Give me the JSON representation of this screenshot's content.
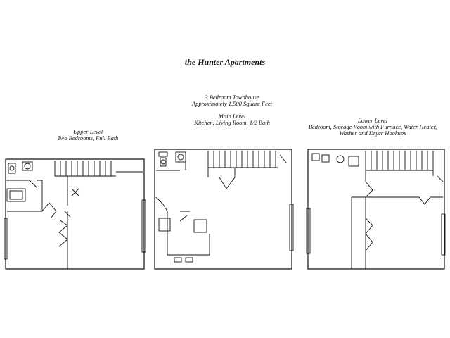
{
  "title": "the Hunter Apartments",
  "unit": {
    "type_line": "3 Bedroom Townhouse",
    "area_line": "Approximately 1,500 Square Feet"
  },
  "levels": [
    {
      "name": "Upper Level",
      "description": "Two Bedrooms, Full Bath"
    },
    {
      "name": "Main Level",
      "description": "Kitchen, Living Room, 1/2 Bath"
    },
    {
      "name": "Lower Level",
      "description_lines": [
        "Bedroom, Storage Room with Furnace, Water Heater,",
        "Washer and Dryer Hookups"
      ]
    }
  ]
}
